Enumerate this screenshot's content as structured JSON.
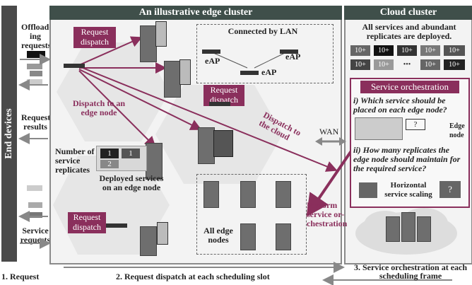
{
  "edge_cluster": {
    "title": "An illustrative edge cluster"
  },
  "cloud_cluster": {
    "title": "Cloud cluster",
    "description": "All services and abundant replicates are deployed.",
    "replica_badges": [
      "10+",
      "10+",
      "10+",
      "10+",
      "10+",
      "10+",
      "10+",
      "10+",
      "10+"
    ],
    "ellipsis": "•••"
  },
  "end_devices": {
    "label": "End devices",
    "offloading_requests": "Offload-ing requests",
    "request_results": "Request results",
    "service_requests": "Service requests"
  },
  "labels": {
    "request_dispatch": "Request dispatch",
    "connected_by_lan": "Connected by LAN",
    "eap": "eAP",
    "dispatch_to_edge": "Dispatch to an edge node",
    "dispatch_to_cloud": "Dispatch to the cloud",
    "number_of_replicas": "Number of service replicates",
    "deployed_services": "Deployed services on an edge node",
    "all_edge_nodes": "All edge nodes",
    "perform_orchestration": "Perform service or-chestration",
    "wan": "WAN",
    "replica_count_1": "1",
    "replica_count_2": "2",
    "q_mark": "?"
  },
  "service_orchestration": {
    "title": "Service orchestration",
    "question_i": "i) Which service should be placed on each edge node?",
    "edge_node": "Edge node",
    "question_ii": "ii) How many replicates the edge node should maintain for the required service?",
    "horizontal_scaling": "Horizontal service scaling"
  },
  "bottom_steps": {
    "step1": "1. Request",
    "step2": "2. Request dispatch at each scheduling slot",
    "step3": "3. Service orchestration at each scheduling frame"
  },
  "colors": {
    "plum": "#8a2f5c",
    "dark_header": "#3f4f4a",
    "gray_dark": "#4a4a4a"
  }
}
